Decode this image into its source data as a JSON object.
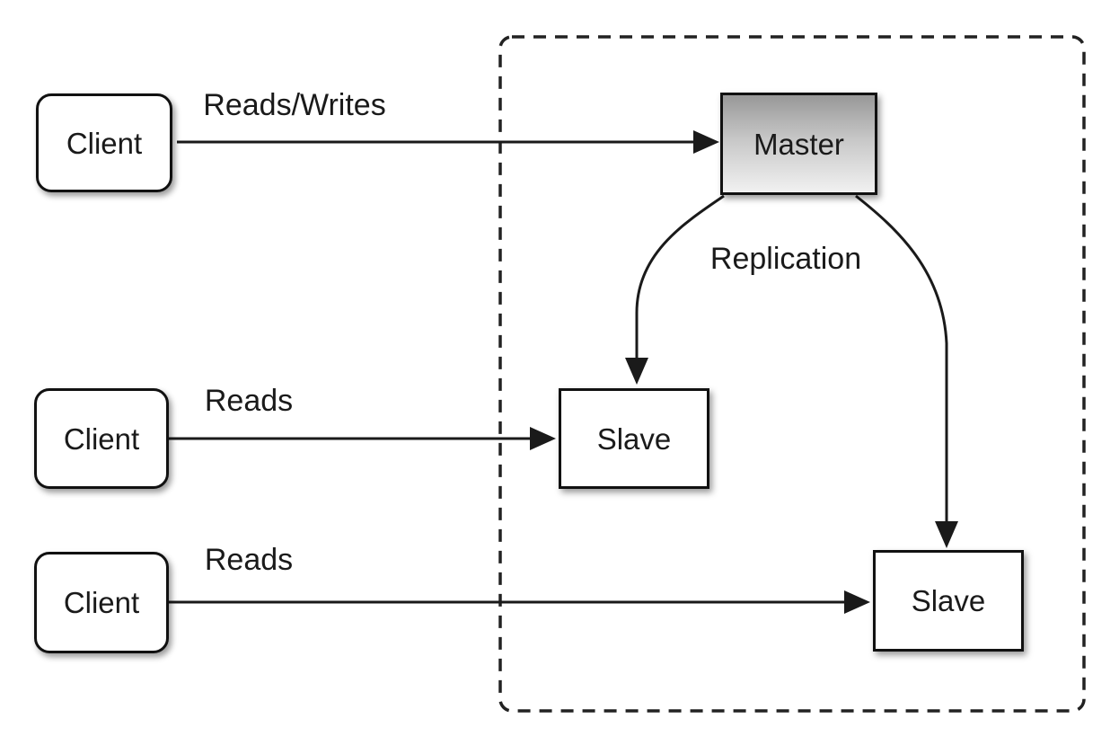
{
  "nodes": {
    "client_top": {
      "label": "Client"
    },
    "client_middle": {
      "label": "Client"
    },
    "client_bottom": {
      "label": "Client"
    },
    "master": {
      "label": "Master"
    },
    "slave_middle": {
      "label": "Slave"
    },
    "slave_bottom": {
      "label": "Slave"
    }
  },
  "edges": {
    "reads_writes": {
      "label": "Reads/Writes",
      "from": "client_top",
      "to": "master"
    },
    "reads_middle": {
      "label": "Reads",
      "from": "client_middle",
      "to": "slave_middle"
    },
    "reads_bottom": {
      "label": "Reads",
      "from": "client_bottom",
      "to": "slave_bottom"
    },
    "replication": {
      "label": "Replication",
      "from": "master",
      "to": "slave_middle, slave_bottom"
    }
  },
  "colors": {
    "background": "#ffffff",
    "line": "#1a1a1a",
    "box_border": "#111111",
    "box_fill": "#ffffff",
    "master_gradient_top": "#989898",
    "master_gradient_bottom": "#f1f1f1",
    "dashed_boundary": "#222222",
    "text": "#1a1a1a"
  }
}
